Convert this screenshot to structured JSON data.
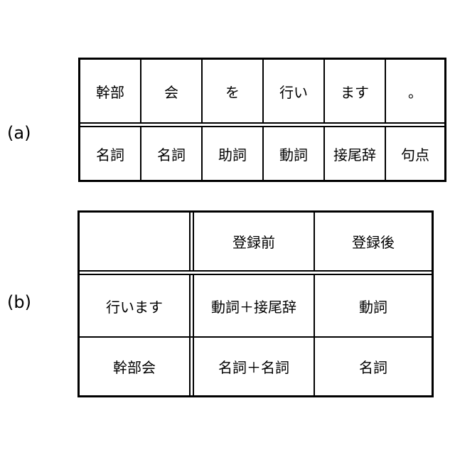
{
  "labels": {
    "a": "(a)",
    "b": "(b)"
  },
  "table_a": {
    "words": [
      "幹部",
      "会",
      "を",
      "行い",
      "ます",
      "。"
    ],
    "pos": [
      "名詞",
      "名詞",
      "助詞",
      "動詞",
      "接尾辞",
      "句点"
    ]
  },
  "table_b": {
    "headers": [
      "",
      "登録前",
      "登録後"
    ],
    "rows": [
      [
        "行います",
        "動詞＋接尾辞",
        "動詞"
      ],
      [
        "幹部会",
        "名詞＋名詞",
        "名詞"
      ]
    ]
  }
}
